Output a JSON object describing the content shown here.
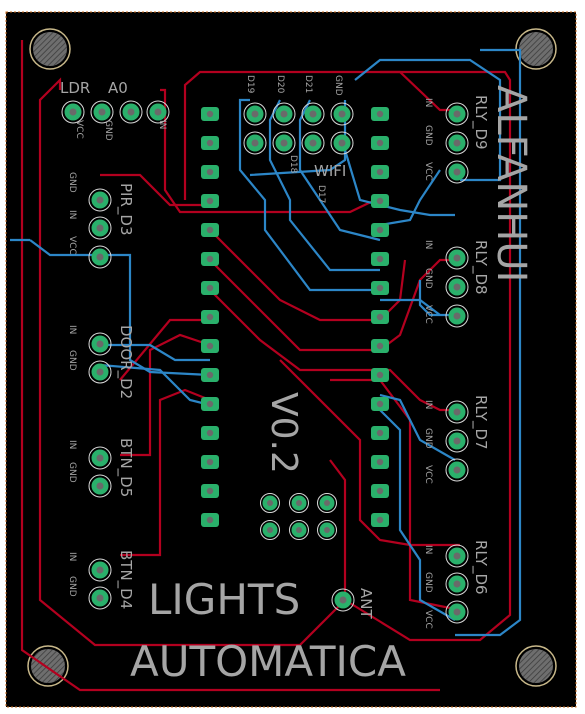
{
  "board": {
    "bg": "#000000",
    "outline_color": "#c46a1f",
    "red_trace": "#b3001f",
    "blue_trace": "#2c86c7",
    "pad_color": "#2ab06b",
    "silk_color": "#a5a5a5"
  },
  "titles": {
    "brand": "ALFANHUI",
    "version": "V0.2",
    "line1": "LIGHTS",
    "line2": "AUTOMATICA"
  },
  "connectors": {
    "ldr": "LDR",
    "a0": "A0",
    "ldr_pins": [
      "VCC",
      "GND",
      "IN"
    ],
    "wifi": "WIFI",
    "wifi_pins": [
      "D19",
      "D20",
      "D21",
      "GND"
    ],
    "wifi_lower": [
      "D18",
      "D17"
    ],
    "pir": "PIR_D3",
    "door": "DOOR_D2",
    "btn5": "BTN_D5",
    "btn4": "BTN_D4",
    "ant": "ANT",
    "rly9": "RLY_D9",
    "rly8": "RLY_D8",
    "rly7": "RLY_D7",
    "rly6": "RLY_D6",
    "in_gnd_vcc": [
      "IN",
      "GND",
      "VCC"
    ],
    "in_gnd": [
      "IN",
      "GND"
    ]
  }
}
